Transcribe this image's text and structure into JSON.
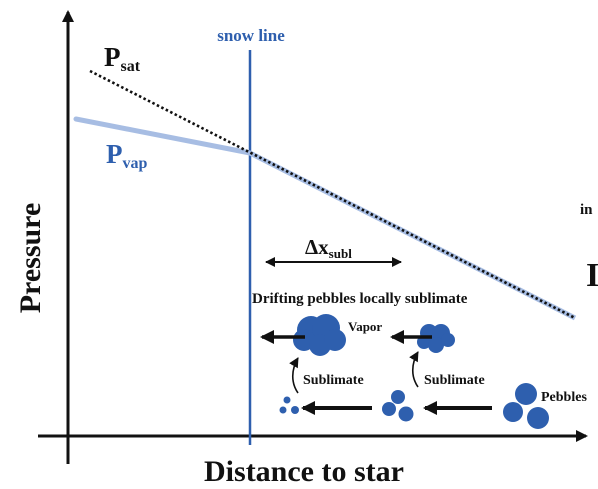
{
  "axes": {
    "x_label": "Distance to star",
    "y_label": "Pressure"
  },
  "labels": {
    "snow_line": "snow line",
    "p_sat_main": "P",
    "p_sat_sub": "sat",
    "p_vap_main": "P",
    "p_vap_sub": "vap",
    "delta_main": "Δx",
    "delta_sub": "subl",
    "drifting": "Drifting pebbles locally sublimate",
    "vapor": "Vapor",
    "sublimate_left": "Sublimate",
    "sublimate_right": "Sublimate",
    "pebbles": "Pebbles",
    "cut_text_1": "in",
    "cut_text_2": "I"
  },
  "colors": {
    "axis": "#111111",
    "snow_line": "#2e5fae",
    "p_vap_line": "#a7bde3",
    "p_vap_text": "#2e5fae",
    "pebble_fill": "#2e5fae",
    "p_sat_line": "#111111"
  }
}
